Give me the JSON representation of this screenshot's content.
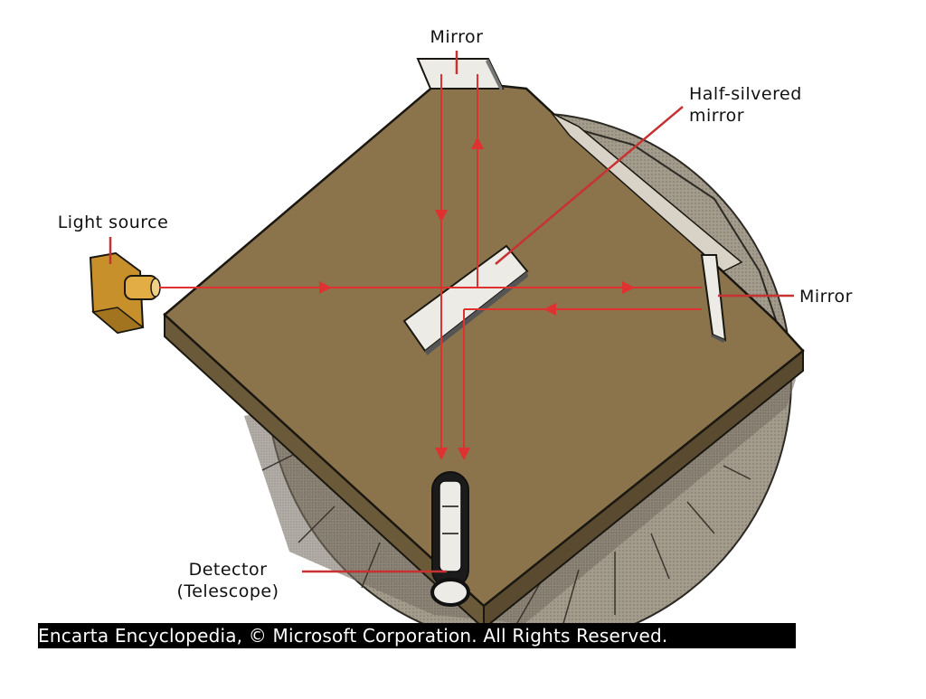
{
  "labels": {
    "mirror_top": "Mirror",
    "half_silvered_line1": "Half-silvered",
    "half_silvered_line2": "mirror",
    "light_source": "Light source",
    "mirror_right": "Mirror",
    "detector_line1": "Detector",
    "detector_line2": "(Telescope)"
  },
  "footer": {
    "credit": "Encarta Encyclopedia, © Microsoft Corporation. All Rights Reserved."
  },
  "colors": {
    "beam": "#e03131",
    "platform_top": "#8b734b",
    "platform_side": "#6b5a3a",
    "base": "#9c9486",
    "mirror": "#ecebe6",
    "source": "#c8902a",
    "callout": "#c83232"
  }
}
